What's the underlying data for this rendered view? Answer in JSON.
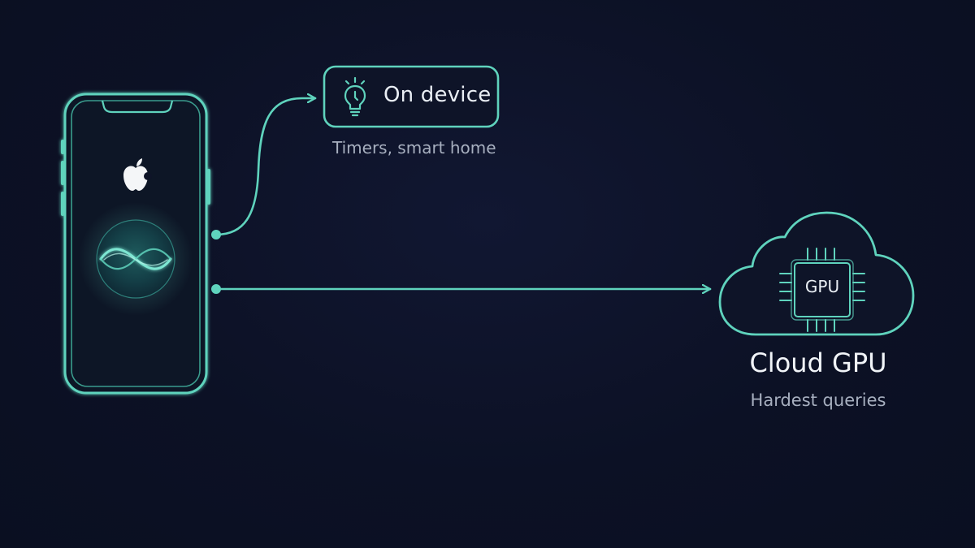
{
  "on_device": {
    "label": "On device",
    "caption": "Timers, smart home"
  },
  "cloud": {
    "chip_label": "GPU",
    "title": "Cloud GPU",
    "caption": "Hardest queries"
  },
  "icons": {
    "device": "smartphone-icon",
    "brand": "apple-logo-icon",
    "assistant": "siri-orb-icon",
    "on_device": "lightbulb-timer-icon",
    "cloud": "cloud-icon",
    "chip": "gpu-chip-icon"
  },
  "colors": {
    "background": "#0c1125",
    "accent": "#5fd3bd",
    "text_primary": "#e9eef4",
    "text_secondary": "#a7afbf"
  }
}
